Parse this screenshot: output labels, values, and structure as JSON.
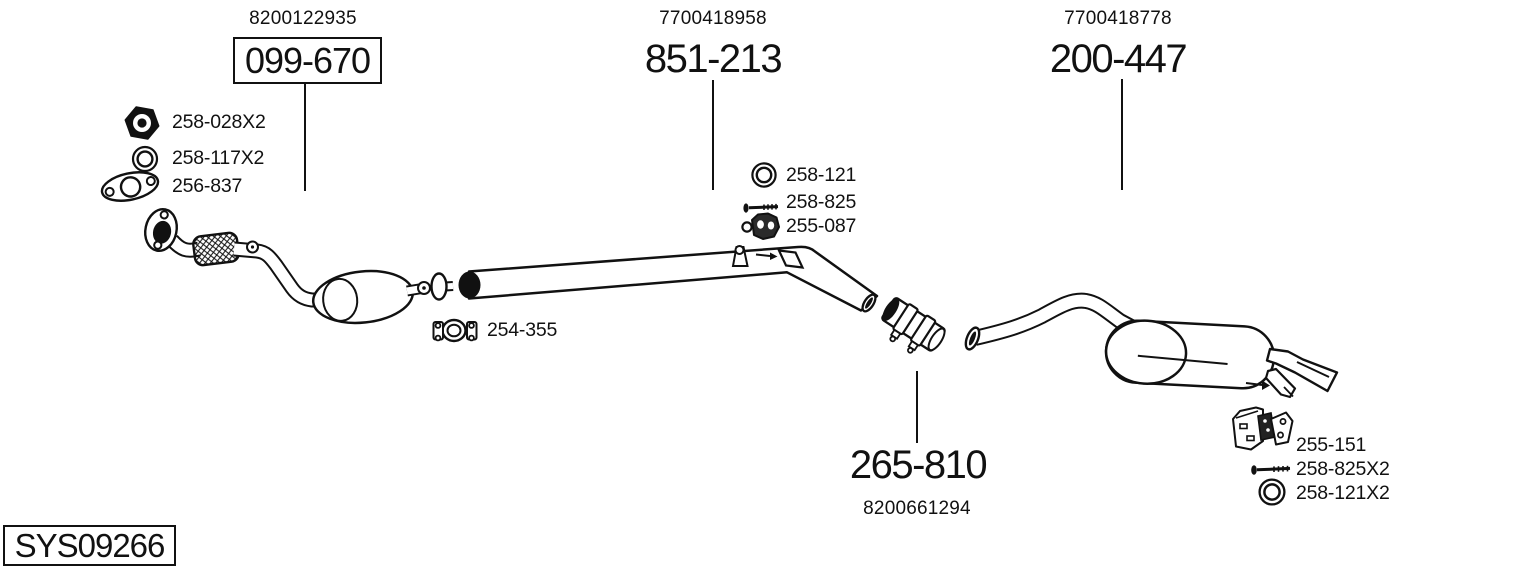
{
  "diagram": {
    "system_code": "SYS09266",
    "assemblies": {
      "front": {
        "oe_ref": "8200122935",
        "part_no": "099-670"
      },
      "middle": {
        "oe_ref": "7700418958",
        "part_no": "851-213"
      },
      "rear": {
        "oe_ref": "7700418778",
        "part_no": "200-447"
      },
      "coupling": {
        "part_no": "265-810",
        "oe_ref": "8200661294"
      }
    },
    "hardware": {
      "front": [
        {
          "icon": "hex-nut-icon",
          "label": "258-028X2"
        },
        {
          "icon": "sealing-ring-icon",
          "label": "258-117X2"
        },
        {
          "icon": "flange-gasket-icon",
          "label": "256-837"
        }
      ],
      "middle": [
        {
          "icon": "sealing-ring-icon",
          "label": "258-121"
        },
        {
          "icon": "mounting-bolt-icon",
          "label": "258-825"
        },
        {
          "icon": "rubber-hanger-icon",
          "label": "255-087"
        }
      ],
      "clamp": {
        "icon": "pipe-clamp-icon",
        "label": "254-355"
      },
      "rear": [
        {
          "icon": "hanger-bracket-icon",
          "label": "255-151"
        },
        {
          "icon": "mounting-bolt-icon",
          "label": "258-825X2"
        },
        {
          "icon": "sealing-ring-icon",
          "label": "258-121X2"
        }
      ]
    },
    "colors": {
      "line": "#111111",
      "background": "#ffffff"
    }
  }
}
